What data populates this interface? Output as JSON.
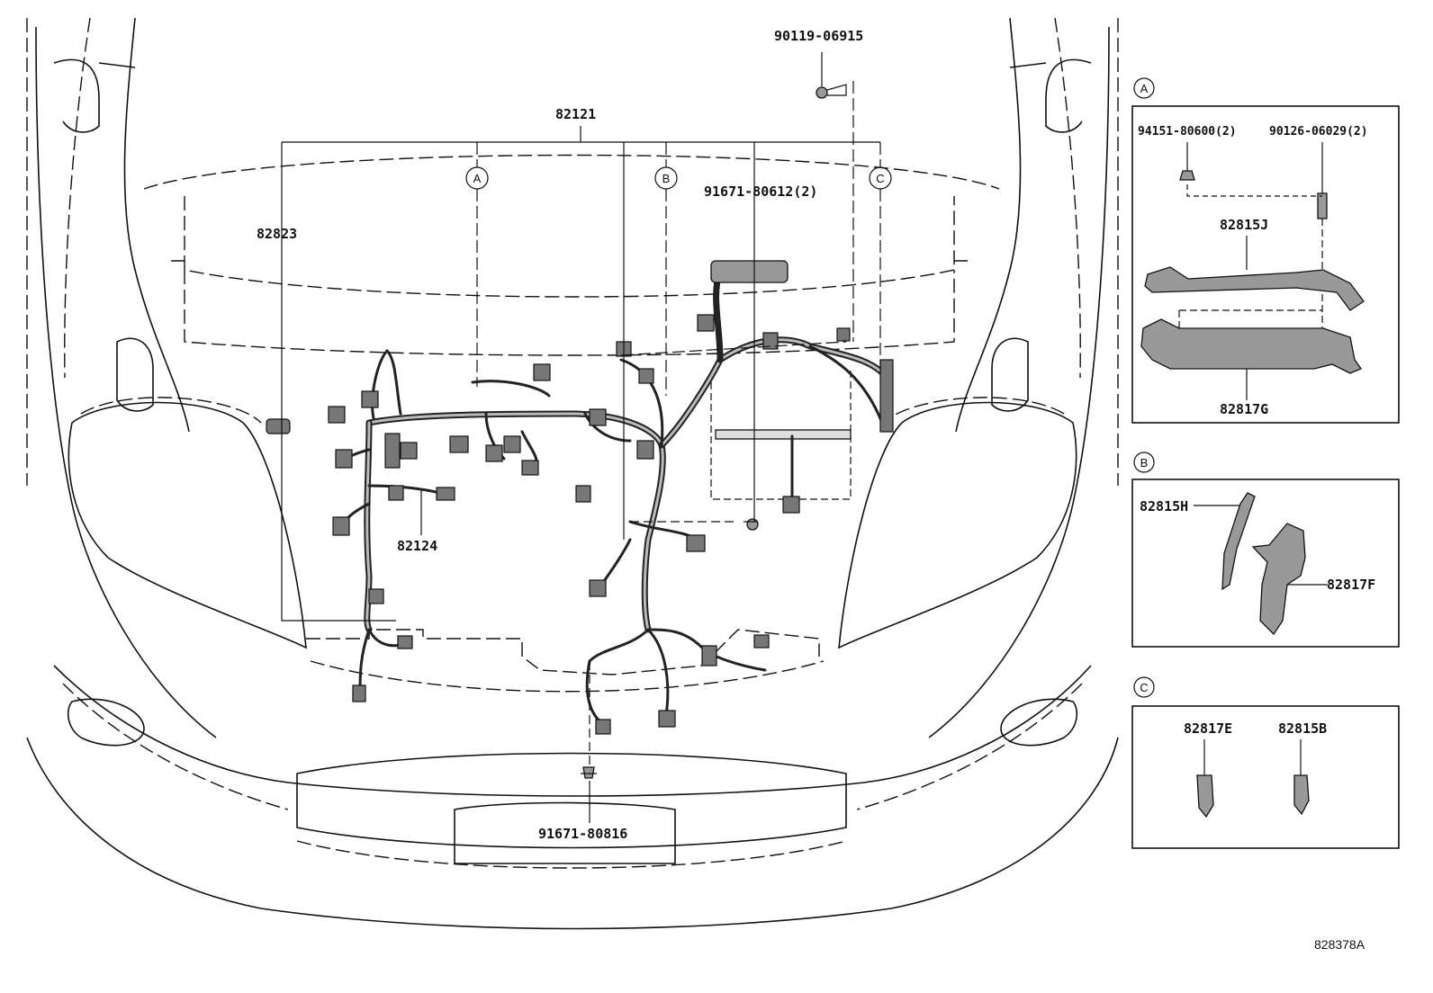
{
  "main": {
    "labels": {
      "p82121": "82121",
      "p82823": "82823",
      "p82124": "82124",
      "p90119": "90119-06915",
      "p91671a": "91671-80612(2)",
      "p91671b": "91671-80816"
    },
    "callouts": {
      "a": "A",
      "b": "B",
      "c": "C"
    }
  },
  "insets": {
    "a": {
      "marker": "A",
      "p94151": "94151-80600(2)",
      "p90126": "90126-06029(2)",
      "p82815j": "82815J",
      "p82817g": "82817G"
    },
    "b": {
      "marker": "B",
      "p82815h": "82815H",
      "p82817f": "82817F"
    },
    "c": {
      "marker": "C",
      "p82817e": "82817E",
      "p82815b": "82815B"
    }
  },
  "footer": {
    "ref": "828378A"
  }
}
